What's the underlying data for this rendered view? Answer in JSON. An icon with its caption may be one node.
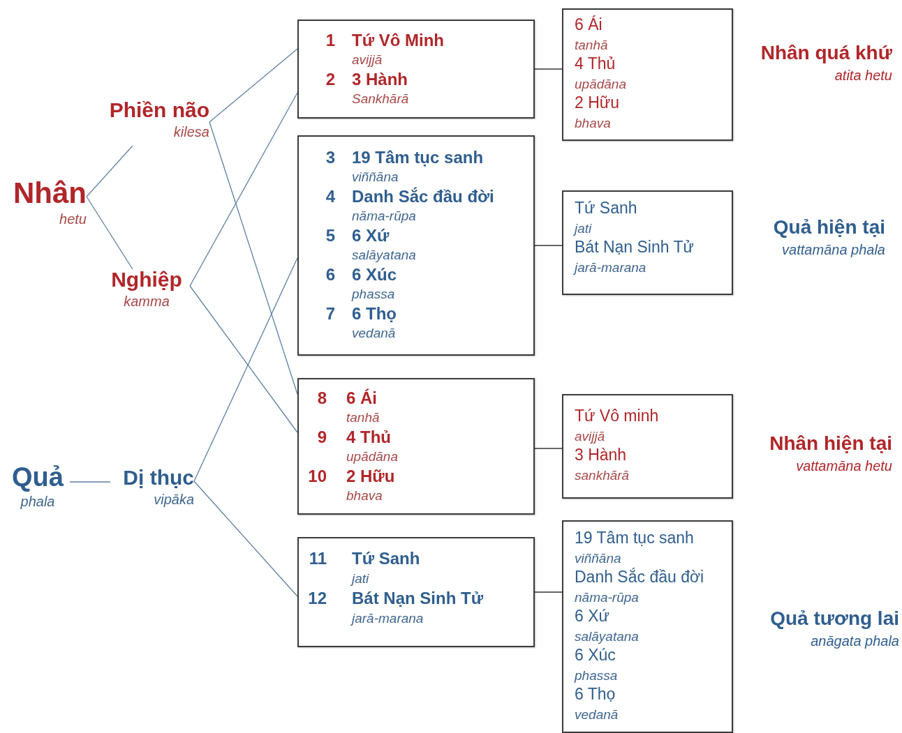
{
  "diagram": {
    "nodes": [
      {
        "text": [
          "Nhân",
          "hetu"
        ]
      },
      {
        "text": [
          "Phiền não",
          "kilesa"
        ]
      },
      {
        "text": [
          "Nghiệp",
          "kamma"
        ]
      },
      {
        "text": [
          "Quả",
          "phala"
        ]
      },
      {
        "text": [
          "Dị thục",
          "vipāka"
        ]
      },
      {
        "text": [
          "1",
          "Tứ Vô Minh",
          "avijjā",
          "2",
          "3 Hành",
          "Sankhārā"
        ]
      },
      {
        "text": [
          "3",
          "19 Tâm tục sanh",
          "viññāna",
          "4",
          "Danh Sắc đầu đời",
          "nāma-rūpa",
          "5",
          "6 Xứ",
          "salāyatana",
          "6",
          "6 Xúc",
          "phassa",
          "7",
          "6 Thọ",
          "vedanā"
        ]
      },
      {
        "text": [
          "8",
          "6 Ái",
          "tanhā",
          "9",
          "4 Thủ",
          "upādāna",
          "10",
          "2 Hữu",
          "bhava"
        ]
      },
      {
        "text": [
          "11",
          "Tứ Sanh",
          "jati",
          "12",
          "Bát Nạn Sinh Tử",
          "jarā-marana"
        ]
      },
      {
        "text": [
          "6 Ái",
          "tanhā",
          "4 Thủ",
          "upādāna",
          "2 Hữu",
          "bhava"
        ],
        "beside": [
          "Nhân quá khứ",
          "atita hetu"
        ]
      },
      {
        "text": [
          "Tứ Sanh",
          "jati",
          "Bát Nạn Sinh Tử",
          "jarā-marana"
        ],
        "beside": [
          "Quả hiện tại",
          "vattamāna phala"
        ]
      },
      {
        "text": [
          "Tứ Vô minh",
          "avijjā",
          "3 Hành",
          "sankhārā"
        ],
        "beside": [
          "Nhân hiện tại",
          "vattamāna hetu"
        ]
      },
      {
        "text": [
          "19 Tâm tục sanh",
          "viññāna",
          "Danh Sắc đầu đời",
          "nāma-rūpa",
          "6 Xứ",
          "salāyatana",
          "6 Xúc",
          "phassa",
          "6 Thọ",
          "vedanā"
        ],
        "beside": [
          "Quả tương lai",
          "anāgata phala"
        ]
      }
    ],
    "edges": [
      {
        "from": 0,
        "to": 1,
        "arrow": "none"
      },
      {
        "from": 0,
        "to": 2,
        "arrow": "none"
      },
      {
        "from": 3,
        "to": 4,
        "arrow": "none"
      },
      {
        "from": 1,
        "to": 5,
        "arrow": "none"
      },
      {
        "from": 1,
        "to": 7,
        "arrow": "none"
      },
      {
        "from": 2,
        "to": 5,
        "arrow": "none"
      },
      {
        "from": 2,
        "to": 7,
        "arrow": "none"
      },
      {
        "from": 4,
        "to": 6,
        "arrow": "none"
      },
      {
        "from": 4,
        "to": 8,
        "arrow": "none"
      },
      {
        "from": 5,
        "to": 9,
        "arrow": "none",
        "color": "#333333"
      },
      {
        "from": 6,
        "to": 10,
        "arrow": "none",
        "color": "#333333"
      },
      {
        "from": 7,
        "to": 11,
        "arrow": "none",
        "color": "#333333"
      },
      {
        "from": 8,
        "to": 12,
        "arrow": "none",
        "color": "#333333"
      }
    ]
  }
}
